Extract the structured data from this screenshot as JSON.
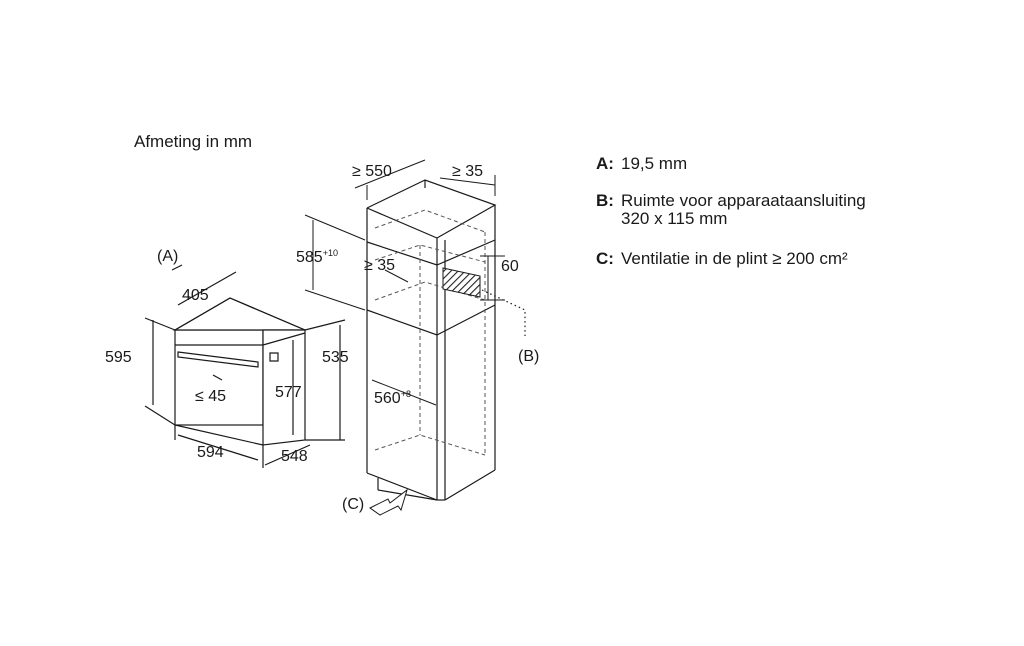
{
  "title": "Afmeting in mm",
  "oven": {
    "label_a": "(A)",
    "depth_top": "405",
    "height_total": "595",
    "height_body": "535",
    "height_inner": "577",
    "handle_gap": "≤ 45",
    "width": "594",
    "depth": "548"
  },
  "cabinet": {
    "depth_min": "≥ 550",
    "side_min": "≥ 35",
    "niche_height": "585",
    "niche_height_tol": "+10",
    "gap_min": "≥ 35",
    "vent_height": "60",
    "niche_width": "560",
    "niche_width_tol": "+8",
    "label_b": "(B)",
    "label_c": "(C)"
  },
  "legend": [
    {
      "key": "A:",
      "lines": [
        "19,5 mm"
      ]
    },
    {
      "key": "B:",
      "lines": [
        "Ruimte voor apparaataansluiting",
        "320 x 115 mm"
      ]
    },
    {
      "key": "C:",
      "lines": [
        "Ventilatie in de plint ≥ 200 cm²"
      ]
    }
  ],
  "colors": {
    "line": "#1a1a1a",
    "hidden": "#555555",
    "hatch": "#333333"
  }
}
